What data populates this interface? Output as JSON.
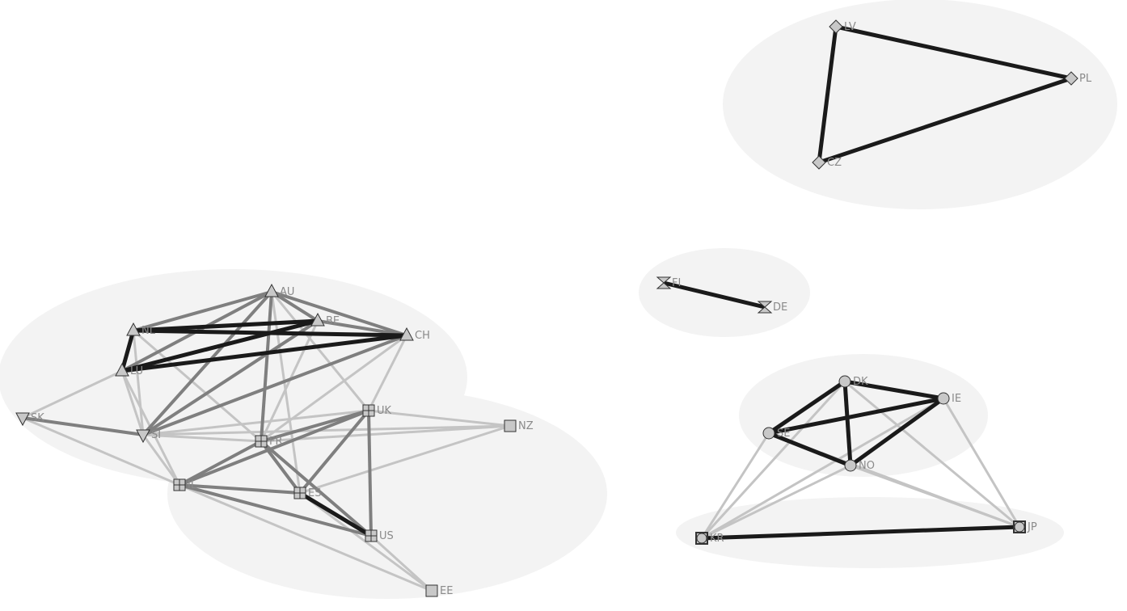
{
  "colors": {
    "background": "#ffffff",
    "cluster_fill": "#f3f3f3",
    "node_fill": "#c8c8c8",
    "node_stroke": "#333333",
    "label": "#8a8a8a",
    "edge_strong": "#1a1a1a",
    "edge_medium": "#7f7f7f",
    "edge_weak": "#c4c4c4"
  },
  "nodes": [
    {
      "id": "LV",
      "label": "LV",
      "shape": "diamond"
    },
    {
      "id": "PL",
      "label": "PL",
      "shape": "diamond"
    },
    {
      "id": "CZ",
      "label": "CZ",
      "shape": "diamond"
    },
    {
      "id": "FI",
      "label": "FI",
      "shape": "hourglass"
    },
    {
      "id": "DE",
      "label": "DE",
      "shape": "hourglass"
    },
    {
      "id": "DK",
      "label": "DK",
      "shape": "circle"
    },
    {
      "id": "IE",
      "label": "IE",
      "shape": "circle"
    },
    {
      "id": "SE",
      "label": "SE",
      "shape": "circle"
    },
    {
      "id": "NO",
      "label": "NO",
      "shape": "circle"
    },
    {
      "id": "KR",
      "label": "KR",
      "shape": "circle-square"
    },
    {
      "id": "JP",
      "label": "JP",
      "shape": "circle-square"
    },
    {
      "id": "AU",
      "label": "AU",
      "shape": "triangle-up"
    },
    {
      "id": "BE",
      "label": "BE",
      "shape": "triangle-up"
    },
    {
      "id": "CH",
      "label": "CH",
      "shape": "triangle-up"
    },
    {
      "id": "NL",
      "label": "NL",
      "shape": "triangle-up"
    },
    {
      "id": "LU",
      "label": "LU",
      "shape": "triangle-up"
    },
    {
      "id": "SK",
      "label": "SK",
      "shape": "triangle-down"
    },
    {
      "id": "SI",
      "label": "SI",
      "shape": "triangle-down"
    },
    {
      "id": "UK",
      "label": "UK",
      "shape": "square-cross"
    },
    {
      "id": "FR",
      "label": "FR",
      "shape": "square-cross"
    },
    {
      "id": "IL",
      "label": "IL",
      "shape": "square-cross"
    },
    {
      "id": "ES",
      "label": "ES",
      "shape": "square-cross"
    },
    {
      "id": "US",
      "label": "US",
      "shape": "square-cross"
    },
    {
      "id": "NZ",
      "label": "NZ",
      "shape": "square"
    },
    {
      "id": "EE",
      "label": "EE",
      "shape": "square"
    }
  ],
  "edges": [
    {
      "from": "LV",
      "to": "PL",
      "strength": "strong"
    },
    {
      "from": "LV",
      "to": "CZ",
      "strength": "strong"
    },
    {
      "from": "PL",
      "to": "CZ",
      "strength": "strong"
    },
    {
      "from": "FI",
      "to": "DE",
      "strength": "strong"
    },
    {
      "from": "DK",
      "to": "IE",
      "strength": "strong"
    },
    {
      "from": "DK",
      "to": "SE",
      "strength": "strong"
    },
    {
      "from": "DK",
      "to": "NO",
      "strength": "strong"
    },
    {
      "from": "SE",
      "to": "IE",
      "strength": "strong"
    },
    {
      "from": "SE",
      "to": "NO",
      "strength": "strong"
    },
    {
      "from": "IE",
      "to": "NO",
      "strength": "strong"
    },
    {
      "from": "KR",
      "to": "JP",
      "strength": "strong"
    },
    {
      "from": "KR",
      "to": "SE",
      "strength": "weak"
    },
    {
      "from": "KR",
      "to": "DK",
      "strength": "weak"
    },
    {
      "from": "KR",
      "to": "NO",
      "strength": "weak"
    },
    {
      "from": "KR",
      "to": "IE",
      "strength": "weak"
    },
    {
      "from": "JP",
      "to": "IE",
      "strength": "weak"
    },
    {
      "from": "JP",
      "to": "DK",
      "strength": "weak"
    },
    {
      "from": "JP",
      "to": "NO",
      "strength": "weak"
    },
    {
      "from": "JP",
      "to": "SE",
      "strength": "weak"
    },
    {
      "from": "NL",
      "to": "BE",
      "strength": "strong"
    },
    {
      "from": "NL",
      "to": "CH",
      "strength": "strong"
    },
    {
      "from": "NL",
      "to": "LU",
      "strength": "strong"
    },
    {
      "from": "LU",
      "to": "CH",
      "strength": "strong"
    },
    {
      "from": "LU",
      "to": "BE",
      "strength": "strong"
    },
    {
      "from": "AU",
      "to": "NL",
      "strength": "medium"
    },
    {
      "from": "AU",
      "to": "LU",
      "strength": "medium"
    },
    {
      "from": "AU",
      "to": "BE",
      "strength": "medium"
    },
    {
      "from": "AU",
      "to": "CH",
      "strength": "medium"
    },
    {
      "from": "AU",
      "to": "SI",
      "strength": "medium"
    },
    {
      "from": "AU",
      "to": "FR",
      "strength": "medium"
    },
    {
      "from": "AU",
      "to": "ES",
      "strength": "weak"
    },
    {
      "from": "AU",
      "to": "UK",
      "strength": "weak"
    },
    {
      "from": "BE",
      "to": "CH",
      "strength": "medium"
    },
    {
      "from": "BE",
      "to": "SI",
      "strength": "medium"
    },
    {
      "from": "BE",
      "to": "FR",
      "strength": "weak"
    },
    {
      "from": "CH",
      "to": "SI",
      "strength": "medium"
    },
    {
      "from": "CH",
      "to": "FR",
      "strength": "weak"
    },
    {
      "from": "CH",
      "to": "UK",
      "strength": "weak"
    },
    {
      "from": "NL",
      "to": "SI",
      "strength": "weak"
    },
    {
      "from": "NL",
      "to": "FR",
      "strength": "weak"
    },
    {
      "from": "LU",
      "to": "SI",
      "strength": "weak"
    },
    {
      "from": "LU",
      "to": "SK",
      "strength": "weak"
    },
    {
      "from": "LU",
      "to": "IL",
      "strength": "weak"
    },
    {
      "from": "SK",
      "to": "SI",
      "strength": "medium"
    },
    {
      "from": "SK",
      "to": "IL",
      "strength": "weak"
    },
    {
      "from": "SI",
      "to": "FR",
      "strength": "weak"
    },
    {
      "from": "SI",
      "to": "UK",
      "strength": "weak"
    },
    {
      "from": "SI",
      "to": "IL",
      "strength": "weak"
    },
    {
      "from": "SI",
      "to": "NZ",
      "strength": "weak"
    },
    {
      "from": "UK",
      "to": "FR",
      "strength": "medium"
    },
    {
      "from": "UK",
      "to": "IL",
      "strength": "medium"
    },
    {
      "from": "UK",
      "to": "ES",
      "strength": "medium"
    },
    {
      "from": "UK",
      "to": "US",
      "strength": "medium"
    },
    {
      "from": "UK",
      "to": "NZ",
      "strength": "weak"
    },
    {
      "from": "FR",
      "to": "IL",
      "strength": "medium"
    },
    {
      "from": "FR",
      "to": "ES",
      "strength": "medium"
    },
    {
      "from": "FR",
      "to": "US",
      "strength": "medium"
    },
    {
      "from": "FR",
      "to": "NZ",
      "strength": "weak"
    },
    {
      "from": "IL",
      "to": "ES",
      "strength": "medium"
    },
    {
      "from": "IL",
      "to": "US",
      "strength": "medium"
    },
    {
      "from": "ES",
      "to": "US",
      "strength": "strong"
    },
    {
      "from": "ES",
      "to": "NZ",
      "strength": "weak"
    },
    {
      "from": "ES",
      "to": "EE",
      "strength": "weak"
    },
    {
      "from": "US",
      "to": "EE",
      "strength": "weak"
    },
    {
      "from": "IL",
      "to": "EE",
      "strength": "weak"
    }
  ]
}
